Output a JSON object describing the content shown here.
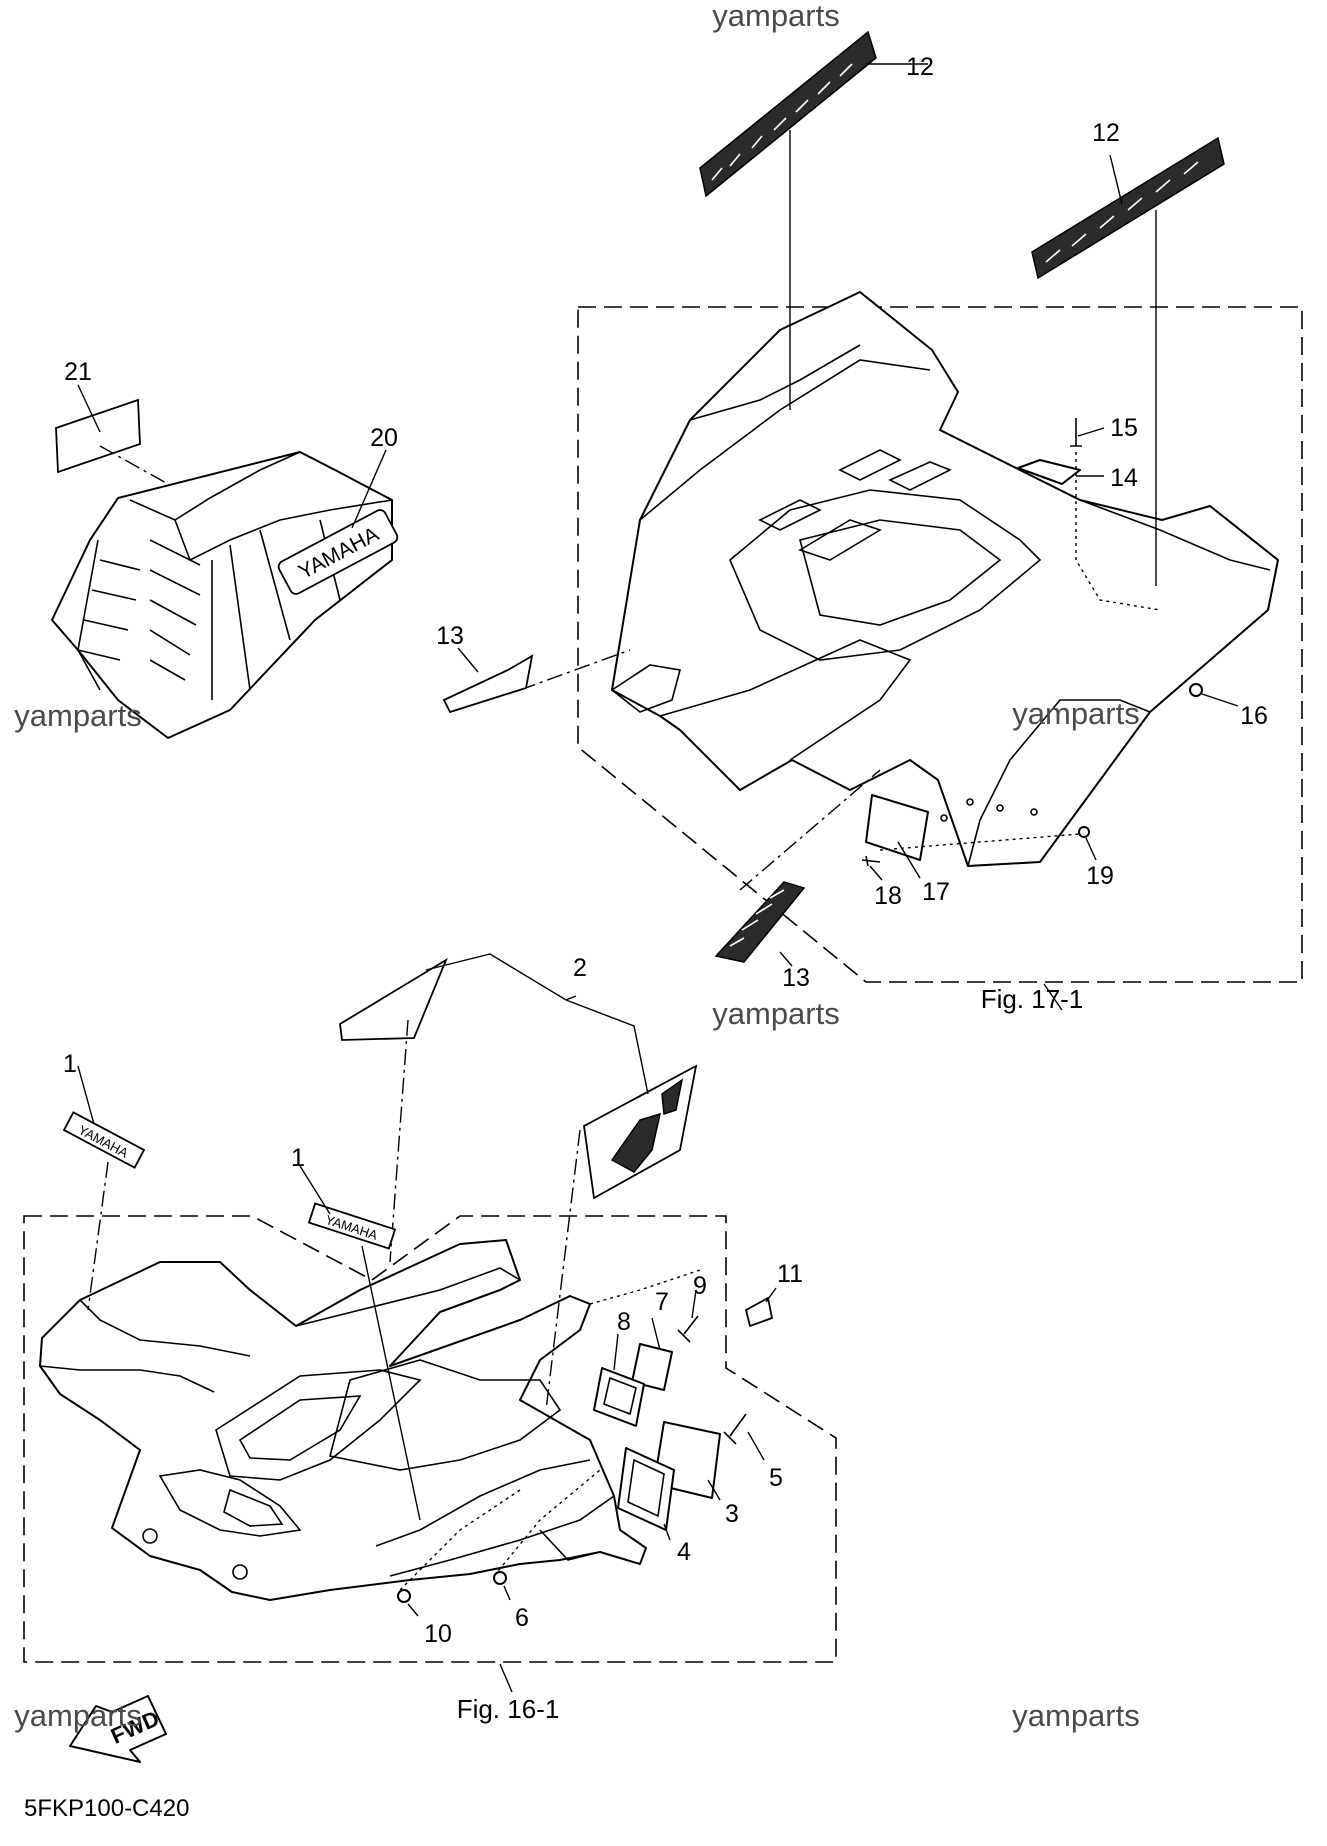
{
  "watermarks": [
    "yamparts",
    "yamparts",
    "yamparts",
    "yamparts",
    "yamparts",
    "yamparts"
  ],
  "callouts": {
    "c1a": "1",
    "c1b": "1",
    "c2": "2",
    "c3": "3",
    "c4": "4",
    "c5": "5",
    "c6": "6",
    "c7": "7",
    "c8": "8",
    "c9": "9",
    "c10": "10",
    "c11": "11",
    "c12a": "12",
    "c12b": "12",
    "c13a": "13",
    "c13b": "13",
    "c14": "14",
    "c15": "15",
    "c16": "16",
    "c17": "17",
    "c18": "18",
    "c19": "19",
    "c20": "20",
    "c21": "21"
  },
  "decal_text": {
    "yamaha_panel": "YAMAHA",
    "yamaha_small_a": "YAMAHA",
    "yamaha_small_b": "YAMAHA"
  },
  "figures": {
    "fig17": "Fig. 17-1",
    "fig16": "Fig. 16-1"
  },
  "fwd_label": "FWD",
  "drawing_code": "5FKP100-C420",
  "colors": {
    "line": "#000000",
    "background": "#ffffff",
    "watermark": "#4a4a4a"
  }
}
